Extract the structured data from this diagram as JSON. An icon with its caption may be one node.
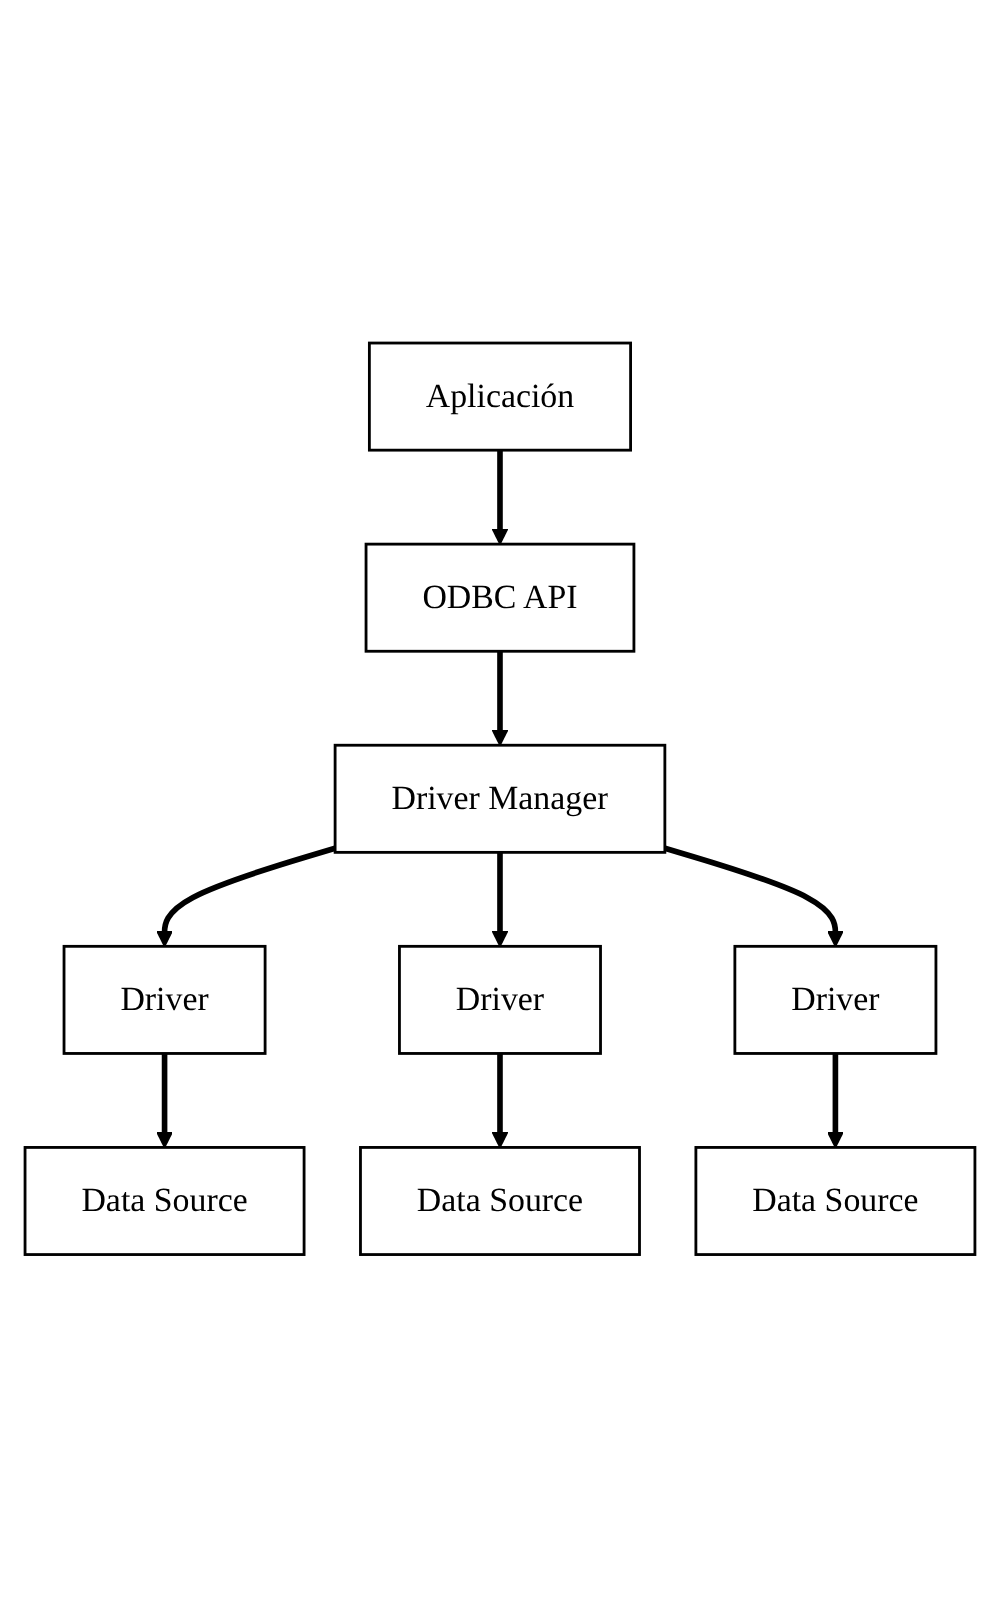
{
  "diagram": {
    "nodes": [
      {
        "text": [
          "Aplicación"
        ]
      },
      {
        "text": [
          "ODBC API"
        ]
      },
      {
        "text": [
          "Driver Manager"
        ]
      },
      {
        "text": [
          "Driver"
        ]
      },
      {
        "text": [
          "Driver"
        ]
      },
      {
        "text": [
          "Driver"
        ]
      },
      {
        "text": [
          "Data Source"
        ]
      },
      {
        "text": [
          "Data Source"
        ]
      },
      {
        "text": [
          "Data Source"
        ]
      }
    ],
    "edges": [
      {
        "from": 0,
        "to": 1,
        "arrow": "to"
      },
      {
        "from": 1,
        "to": 2,
        "arrow": "to"
      },
      {
        "from": 2,
        "to": 3,
        "arrow": "to"
      },
      {
        "from": 2,
        "to": 4,
        "arrow": "to"
      },
      {
        "from": 2,
        "to": 5,
        "arrow": "to"
      },
      {
        "from": 3,
        "to": 6,
        "arrow": "to"
      },
      {
        "from": 4,
        "to": 7,
        "arrow": "to"
      },
      {
        "from": 5,
        "to": 8,
        "arrow": "to"
      }
    ]
  }
}
